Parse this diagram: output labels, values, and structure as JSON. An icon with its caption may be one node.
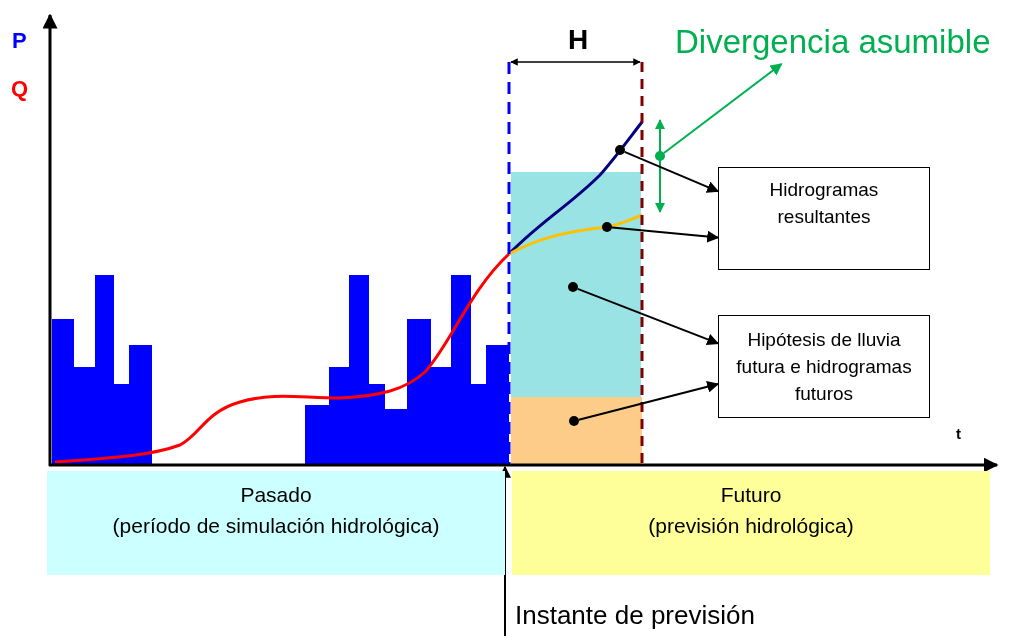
{
  "diagram": {
    "nodes": [
      {
        "text": [
          "Divergencia asumible"
        ]
      },
      {
        "text": [],
        "shape": "circle"
      },
      {
        "text": [],
        "shape": "circle"
      },
      {
        "text": [
          "Hidrogramas resultantes"
        ]
      },
      {
        "text": [],
        "shape": "circle"
      },
      {
        "text": [],
        "shape": "circle"
      },
      {
        "text": [
          "Hipótesis de lluvia futura e hidrogramas futuros"
        ]
      },
      {
        "text": [],
        "shape": "circle"
      },
      {
        "text": [
          "Pasado",
          "(período de simulación hidrológica)"
        ]
      },
      {
        "text": [
          "Futuro",
          "(previsión hidrológica)"
        ]
      },
      {
        "text": [
          "Instante de previsión"
        ]
      },
      {
        "text": [],
        "shape": "axis"
      }
    ],
    "edges": [
      {
        "from": 1,
        "to": 0,
        "arrow": "to",
        "color": "#00b050"
      },
      {
        "from": 2,
        "to": 3,
        "arrow": "to"
      },
      {
        "from": 4,
        "to": 3,
        "arrow": "to"
      },
      {
        "from": 5,
        "to": 6,
        "arrow": "to"
      },
      {
        "from": 7,
        "to": 6,
        "arrow": "to"
      },
      {
        "from": 10,
        "to": 11,
        "arrow": "to"
      }
    ],
    "labels": [
      "P",
      "Q",
      "H",
      "t"
    ]
  }
}
